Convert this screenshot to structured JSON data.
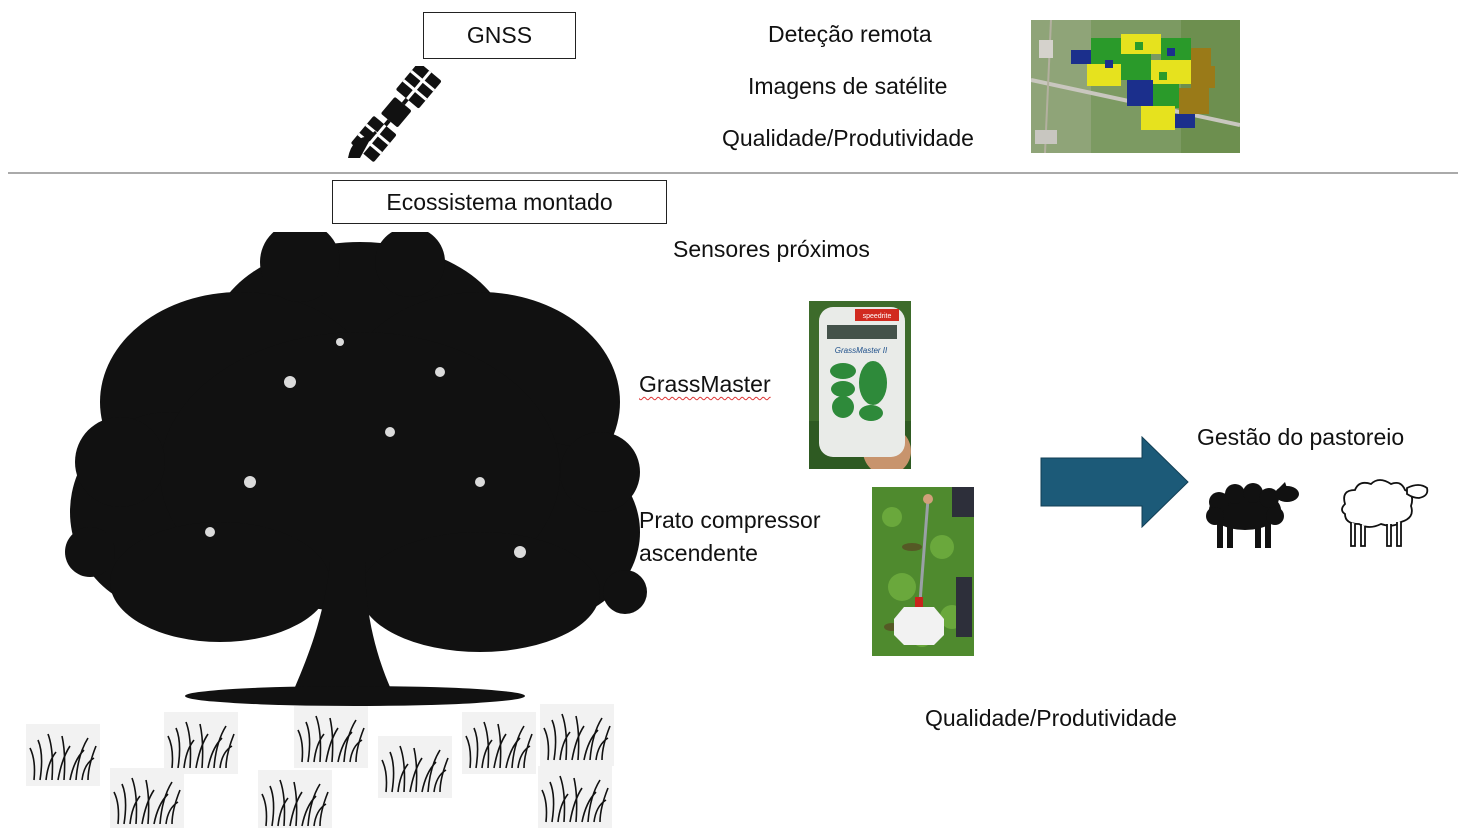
{
  "top": {
    "gnss_label": "GNSS",
    "remote_sensing": "Deteção remota",
    "satellite_images": "Imagens de satélite",
    "quality_productivity": "Qualidade/Produtividade"
  },
  "bottom": {
    "ecosystem_label": "Ecossistema montado",
    "proximal_sensors": "Sensores próximos",
    "grassmaster": "GrassMaster",
    "rising_plate_line1": "Prato compressor",
    "rising_plate_line2": "ascendente",
    "grazing_management": "Gestão do pastoreio",
    "quality_productivity": "Qualidade/Produtividade"
  },
  "device": {
    "brand": "speedrite",
    "model": "GrassMaster II"
  },
  "colors": {
    "arrow": "#1c5a78",
    "silhouette": "#111111",
    "divider": "#aaaaaa"
  }
}
